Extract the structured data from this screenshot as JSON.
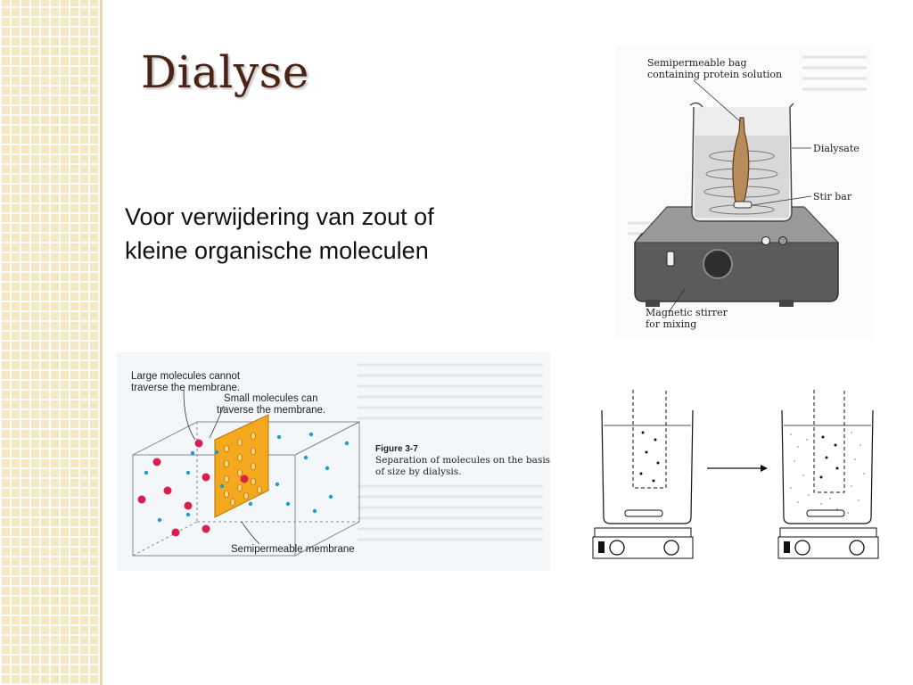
{
  "slide": {
    "title": "Dialyse",
    "text_lines": [
      "Voor verwijdering van zout of",
      "kleine organische moleculen"
    ]
  },
  "figure_stirrer": {
    "label_bag_line1": "Semipermeable bag",
    "label_bag_line2": "containing protein solution",
    "label_dialysate": "Dialysate",
    "label_stirbar": "Stir bar",
    "label_stirrer_line1": "Magnetic stirrer",
    "label_stirrer_line2": "for mixing"
  },
  "figure_membrane": {
    "label_large_line1": "Large molecules cannot",
    "label_large_line2": "traverse the membrane.",
    "label_small_line1": "Small molecules can",
    "label_small_line2": "traverse the membrane.",
    "caption_number": "Figure 3-7",
    "caption_line1": "Separation of molecules on the basis",
    "caption_line2": "of size by dialysis.",
    "label_membrane": "Semipermeable membrane"
  },
  "colors": {
    "title": "#4a2216",
    "strip": "#f3e7c4",
    "membrane": "#f3a81e",
    "large_molecule": "#d81f4e",
    "small_molecule": "#1e9bc9"
  },
  "icons": {
    "arrow": "right-arrow-icon"
  }
}
